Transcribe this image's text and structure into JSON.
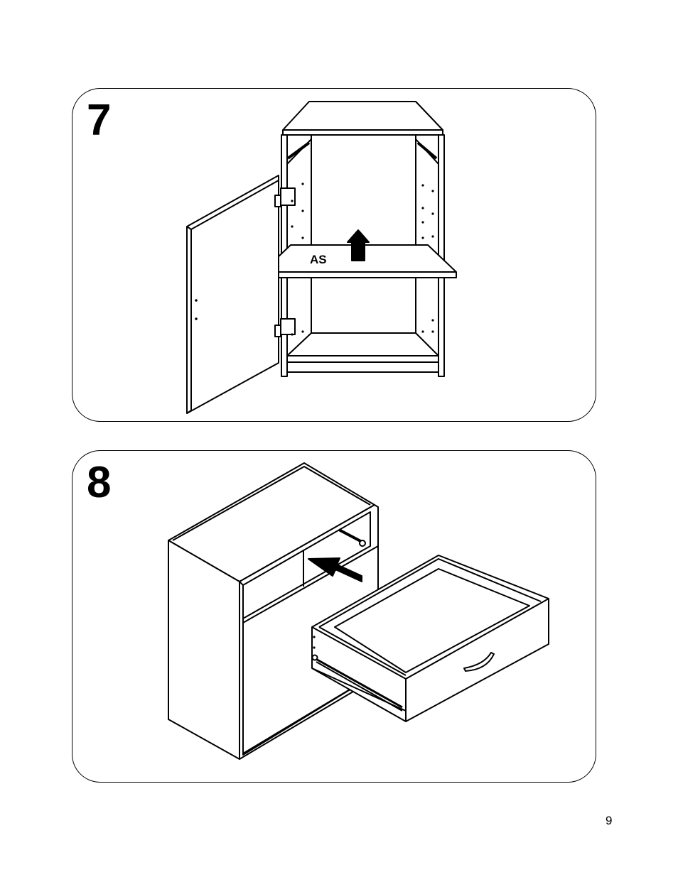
{
  "page": {
    "number": "9"
  },
  "steps": [
    {
      "number": "7",
      "part_label": "AS"
    },
    {
      "number": "8"
    }
  ]
}
